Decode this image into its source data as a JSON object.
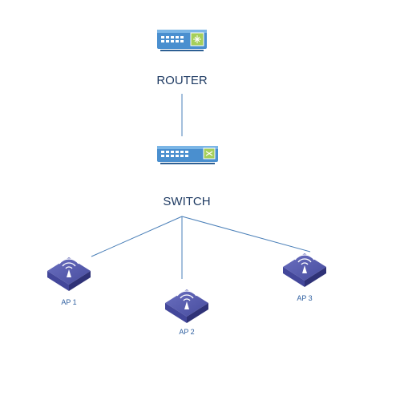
{
  "nodes": {
    "router": {
      "label": "ROUTER",
      "icon": "router-icon"
    },
    "switch": {
      "label": "SWITCH",
      "icon": "switch-icon"
    },
    "ap1": {
      "label": "AP 1",
      "icon": "access-point-icon"
    },
    "ap2": {
      "label": "AP 2",
      "icon": "access-point-icon"
    },
    "ap3": {
      "label": "AP 3",
      "icon": "access-point-icon"
    }
  },
  "edges": [
    {
      "from": "router",
      "to": "switch"
    },
    {
      "from": "switch",
      "to": "ap1"
    },
    {
      "from": "switch",
      "to": "ap2"
    },
    {
      "from": "switch",
      "to": "ap3"
    }
  ],
  "colors": {
    "device_body": "#4a8fcf",
    "device_panel": "#6aaae0",
    "device_port": "#ffffff",
    "device_accent": "#a5cf5a",
    "ap_top": "#5a5fae",
    "ap_side": "#2f3277",
    "ap_front": "#43479a",
    "link": "#4a7fb8",
    "label": "#1f3b63"
  }
}
